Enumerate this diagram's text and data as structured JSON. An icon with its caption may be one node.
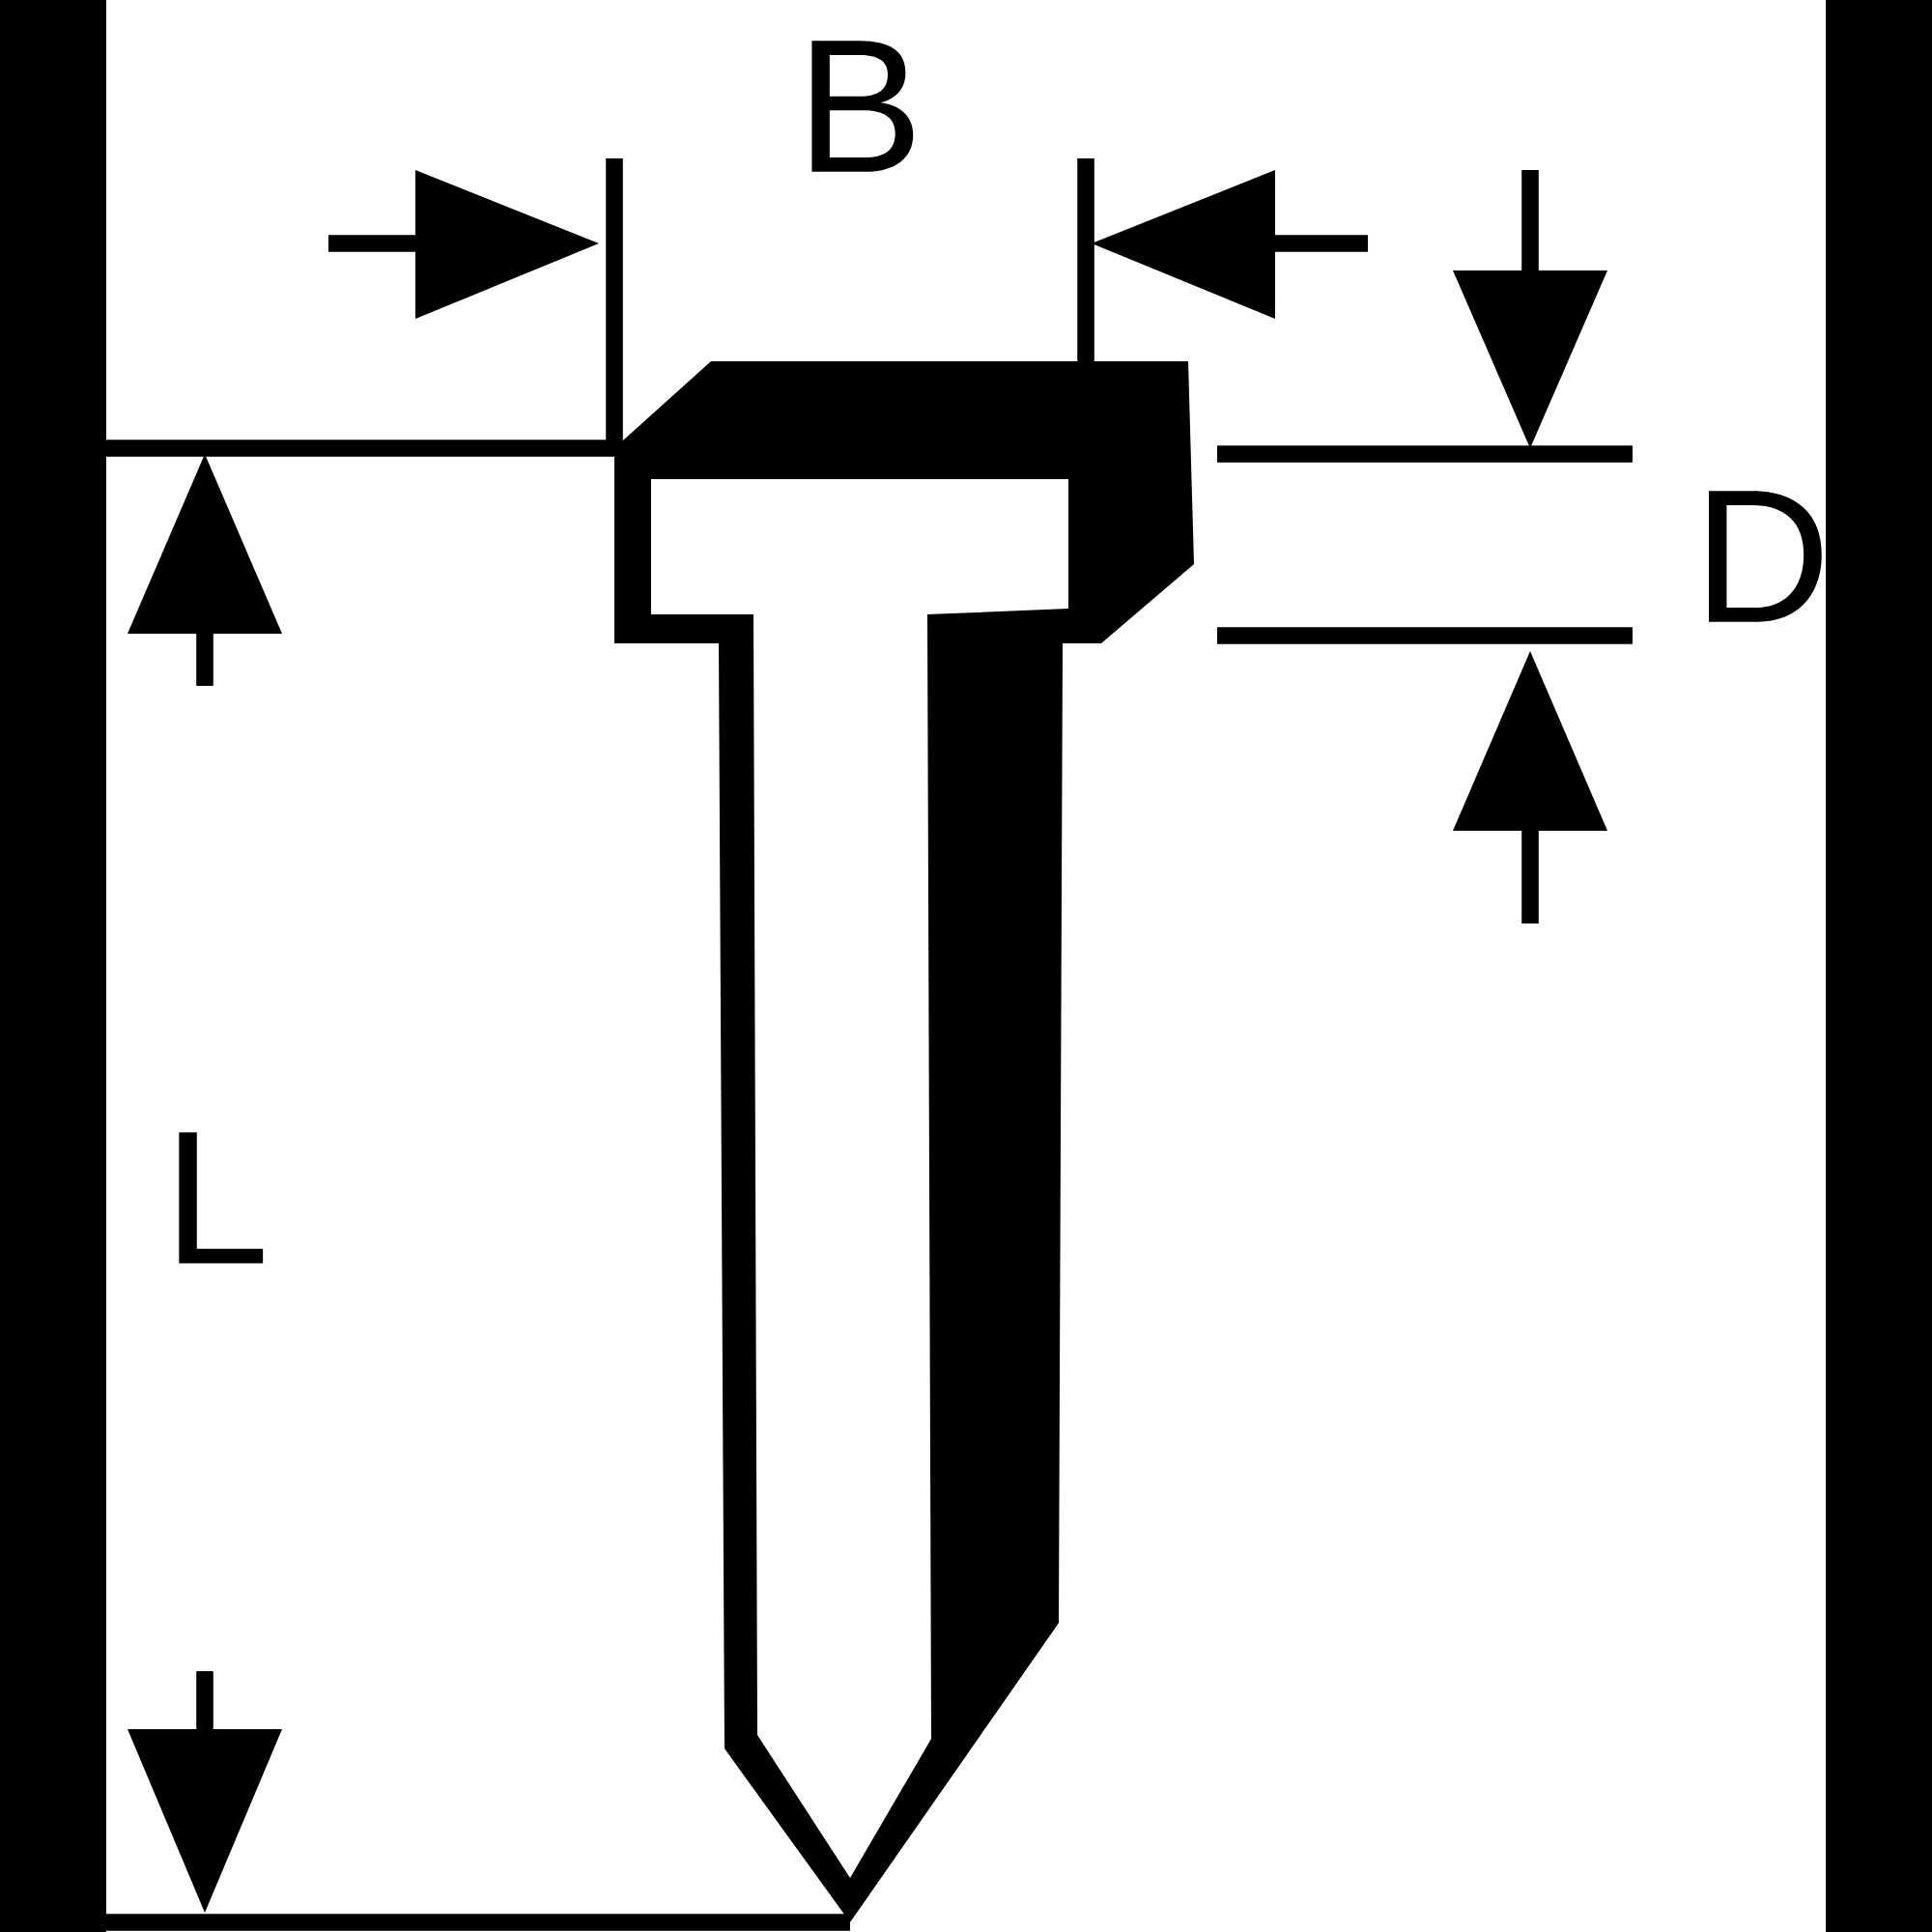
{
  "diagram": {
    "labels": [
      "B",
      "D",
      "L"
    ]
  }
}
